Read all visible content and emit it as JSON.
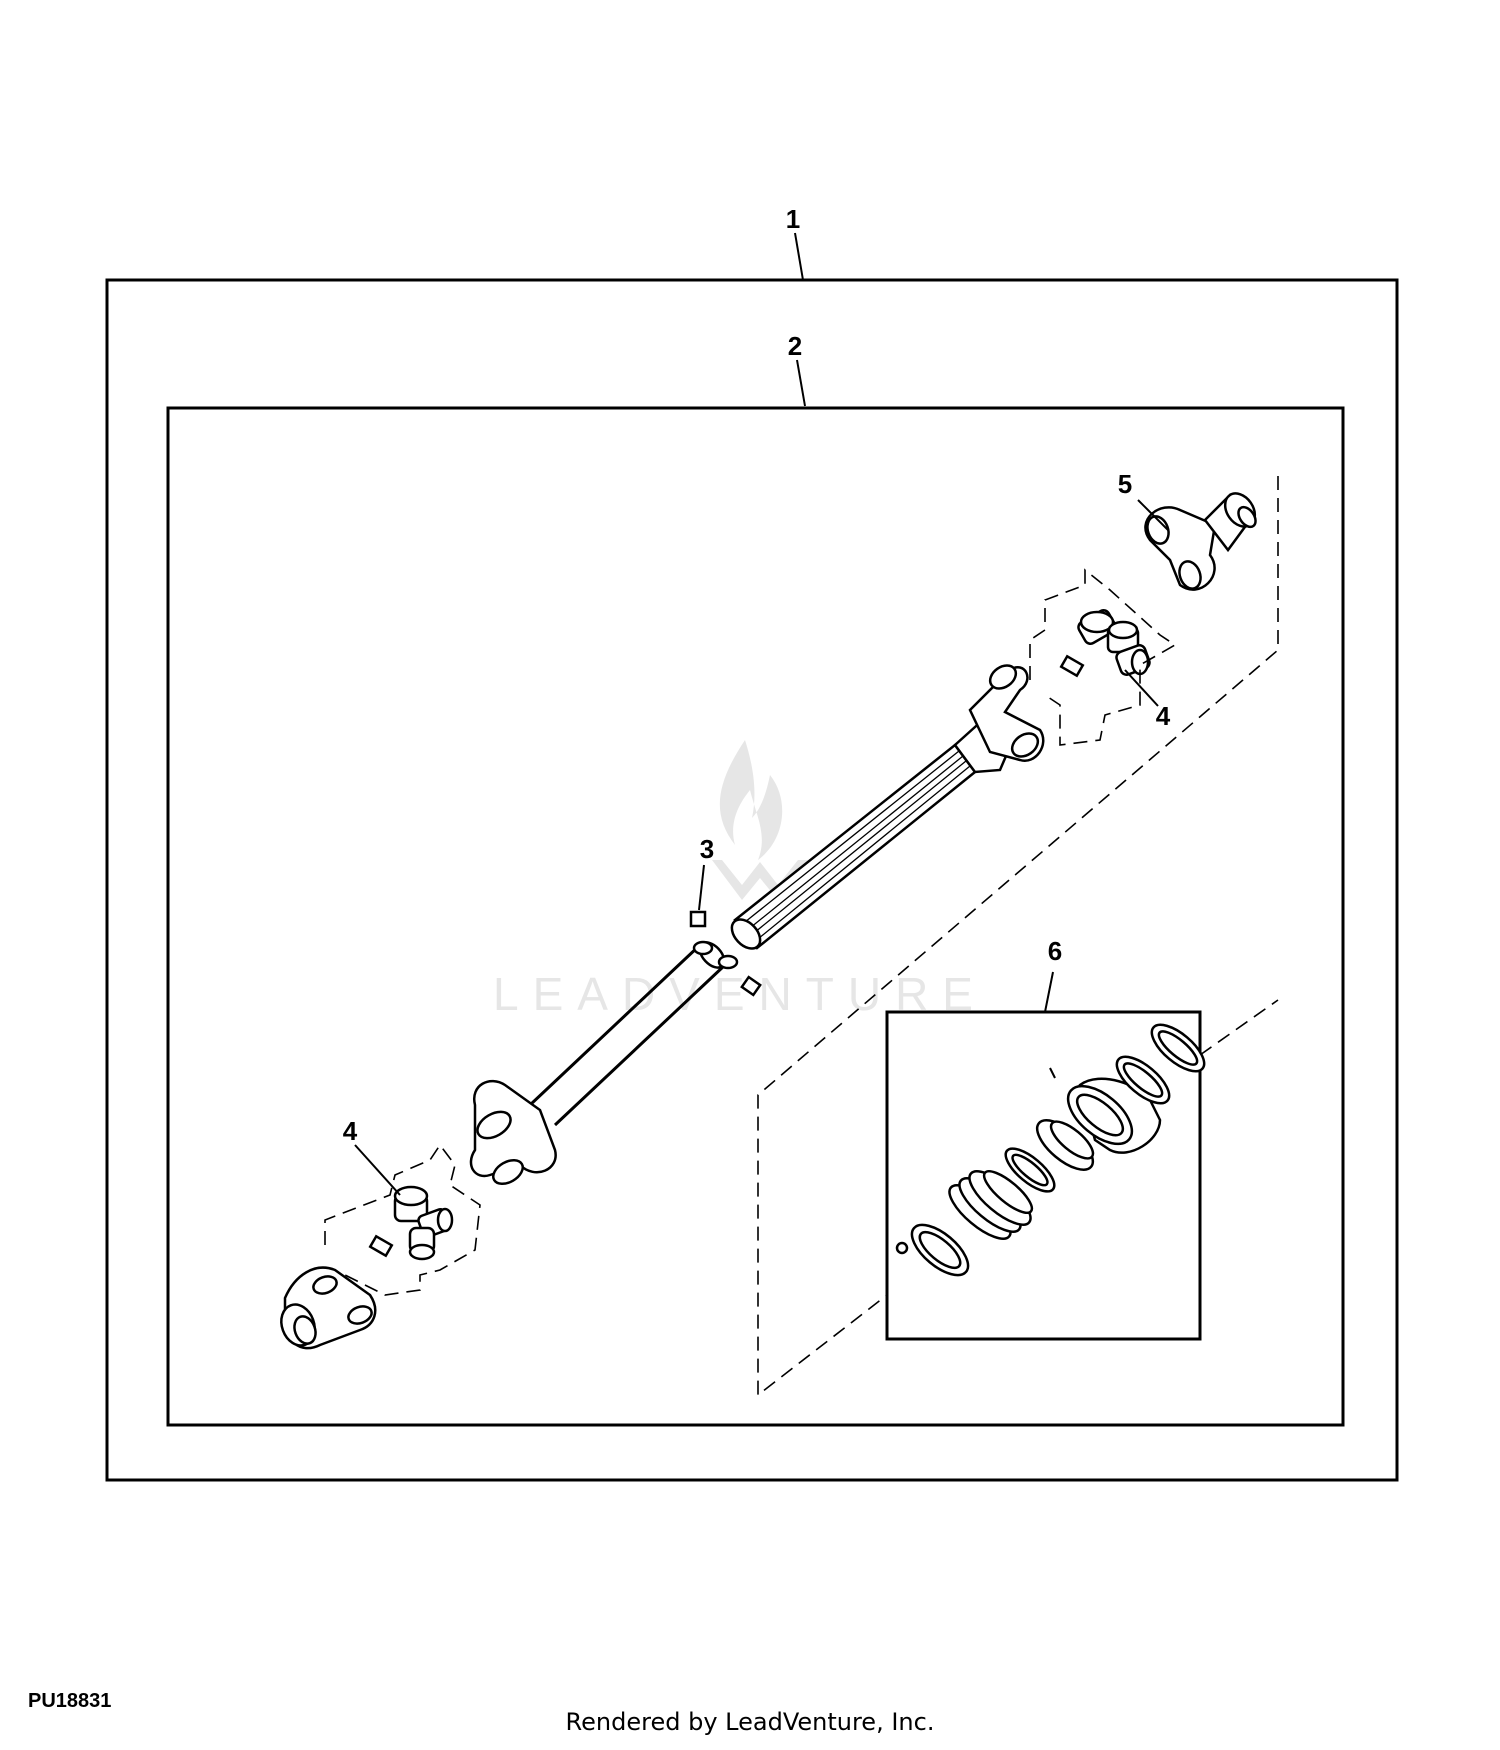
{
  "callouts": {
    "c1": "1",
    "c2": "2",
    "c3": "3",
    "c4a": "4",
    "c4b": "4",
    "c5": "5",
    "c6": "6"
  },
  "watermark": {
    "text": "LEADVENTURE",
    "icon": "flame-logo-icon"
  },
  "figure_id": "PU18831",
  "credit": "Rendered by LeadVenture, Inc."
}
